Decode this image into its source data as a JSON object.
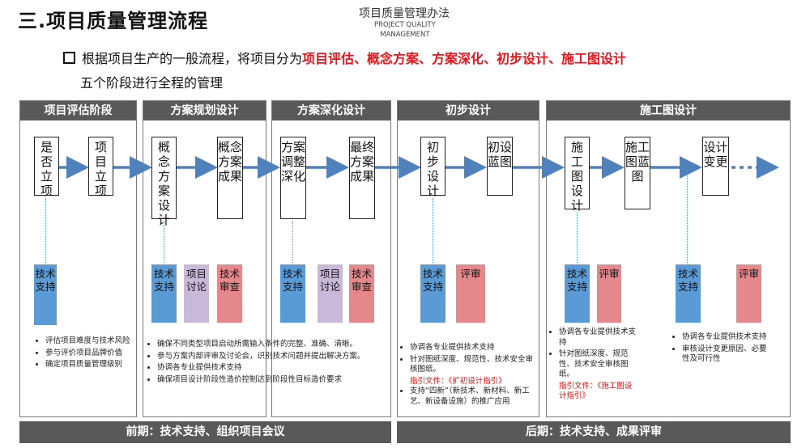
{
  "header": {
    "title": "三.项目质量管理流程",
    "logo_cn": "项目质量管理办法",
    "logo_en_1": "PROJECT QUALITY",
    "logo_en_2": "MANAGEMENT"
  },
  "intro": {
    "prefix": "根据项目生产的一般流程，将项目分为",
    "highlight": "项目评估、概念方案、方案深化、初步设计、施工图设计",
    "line2": "五个阶段进行全程的管理"
  },
  "columns": [
    {
      "label": "项目评估阶段"
    },
    {
      "label": "方案规划设计"
    },
    {
      "label": "方案深化设计"
    },
    {
      "label": "初步设计"
    },
    {
      "label": "施工图设计"
    }
  ],
  "stages": [
    {
      "label": "是否立项"
    },
    {
      "label": "项目立项"
    },
    {
      "label": "概念方案设计"
    },
    {
      "label": "概念方案成果"
    },
    {
      "label": "方案调整深化"
    },
    {
      "label": "最终方案成果"
    },
    {
      "label": "初步设计"
    },
    {
      "label": "初设蓝图"
    },
    {
      "label": "施工图设计"
    },
    {
      "label": "施工图蓝图"
    },
    {
      "label": "设计变更"
    }
  ],
  "tags": [
    {
      "label": "技术支持",
      "color": "#5b9bd5"
    },
    {
      "label": "技术支持",
      "color": "#5b9bd5"
    },
    {
      "label": "项目讨论",
      "color": "#c9b8d8"
    },
    {
      "label": "技术审查",
      "color": "#e4888b"
    },
    {
      "label": "技术支持",
      "color": "#5b9bd5"
    },
    {
      "label": "项目讨论",
      "color": "#c9b8d8"
    },
    {
      "label": "技术审查",
      "color": "#e4888b"
    },
    {
      "label": "技术支持",
      "color": "#5b9bd5"
    },
    {
      "label": "评审",
      "color": "#e4888b"
    },
    {
      "label": "技术支持",
      "color": "#5b9bd5"
    },
    {
      "label": "评审",
      "color": "#e4888b"
    },
    {
      "label": "技术支持",
      "color": "#5b9bd5"
    },
    {
      "label": "评审",
      "color": "#e4888b"
    }
  ],
  "notes": {
    "col1": [
      "评估项目难度与技术风险",
      "参与评价项目品牌价值",
      "确定项目质量管理级别"
    ],
    "col2": [
      "确保不同类型项目启动所需输入条件的完整、准确、清晰。",
      "参与方案内部评审及讨论会，识别技术问题并提出解决方案。",
      "协调各专业提供技术支持",
      "确保项目设计阶段性造价控制达到阶段性目标造价要求"
    ],
    "col4": [
      "协调各专业提供技术支持",
      "针对图纸深度、规范性、技术安全审核图纸。"
    ],
    "col4_ref": "指引文件：《扩初设计指引》",
    "col4_b": [
      "支持“四新”（新技术、新材料、新工艺、新设备设施）的推广应用"
    ],
    "col5a": [
      "协调各专业提供技术支持",
      "针对图纸深度、规范性、技术安全审核图纸。"
    ],
    "col5a_ref": "指引文件：《施工图设计指引》",
    "col5b": [
      "协调各专业提供技术支持",
      "审核设计变更原因、必要性及可行性"
    ]
  },
  "footer": {
    "left": "前期：技术支持、组织项目会议",
    "right": "后期：技术支持、成果评审"
  },
  "colors": {
    "header_bar": "#595959",
    "accent_red": "#e8141b",
    "arrow": "#4f81bd"
  }
}
